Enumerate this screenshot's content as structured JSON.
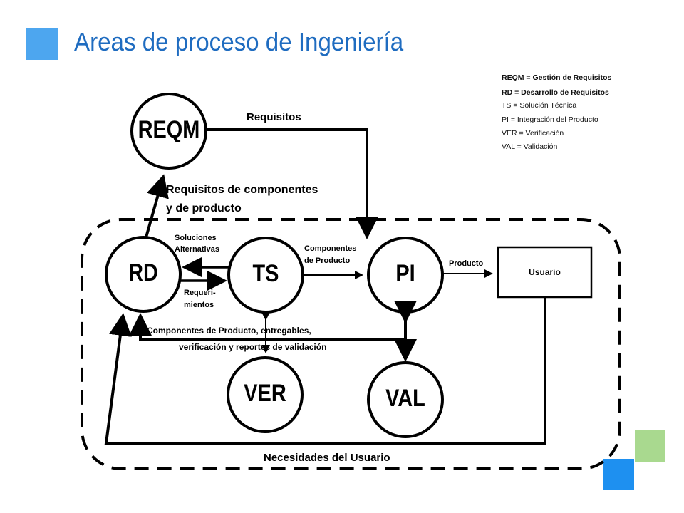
{
  "title": "Areas de proceso de Ingeniería",
  "colors": {
    "title": "#1f6cc0",
    "blue_square": "#4da6ef",
    "green_square": "#a9d98f"
  },
  "legend": [
    "REQM = Gestión de Requisitos",
    "RD  = Desarrollo de Requisitos",
    "TS = Solución  Técnica",
    "PI = Integración del Producto",
    "VER = Verificación",
    "VAL = Validación"
  ],
  "nodes": {
    "reqm": "REQM",
    "rd": "RD",
    "ts": "TS",
    "pi": "PI",
    "ver": "VER",
    "val": "VAL",
    "usuario": "Usuario"
  },
  "labels": {
    "requisitos": "Requisitos",
    "req_comp_1": "Requisitos de componentes",
    "req_comp_2": "y de producto",
    "soluciones_1": "Soluciones",
    "soluciones_2": "Alternativas",
    "requeri_1": "Requeri-",
    "requeri_2": "mientos",
    "componentes_1": "Componentes",
    "componentes_2": "de Producto",
    "producto": "Producto",
    "entregables_1": "Componentes de Producto, entregables,",
    "entregables_2": "verificación y reportes de validación",
    "necesidades": "Necesidades del Usuario"
  }
}
